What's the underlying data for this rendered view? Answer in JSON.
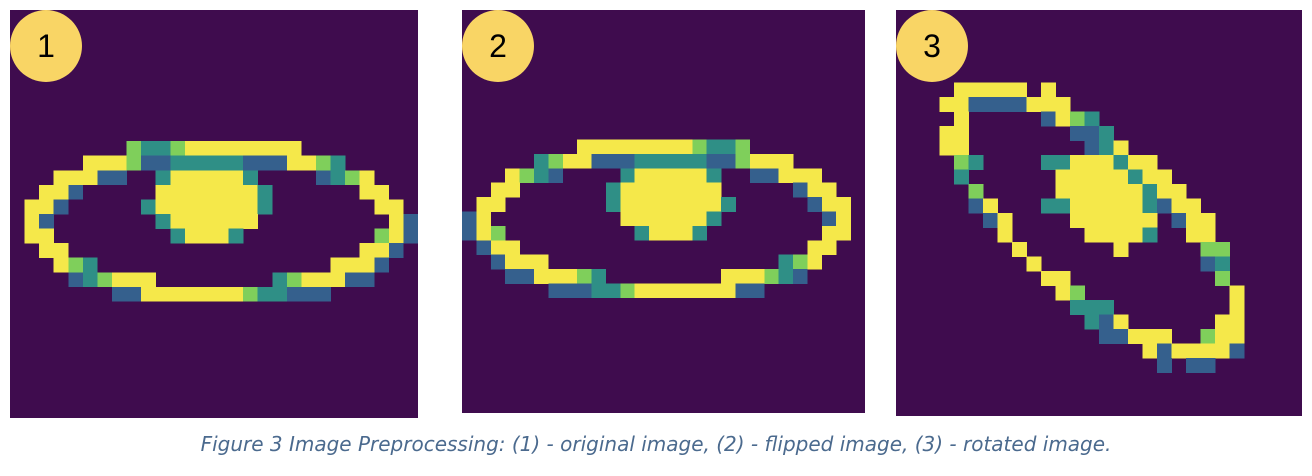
{
  "panels": [
    {
      "badge": "1"
    },
    {
      "badge": "2"
    },
    {
      "badge": "3"
    }
  ],
  "caption": "Figure 3 Image Preprocessing: (1) - original image, (2) - flipped image, (3) - rotated image.",
  "colors": {
    "background": "#3f0c4e",
    "badge": "#f9d565",
    "yellow": "#f5e84a",
    "green": "#7fcf5b",
    "teal": "#2f8f86",
    "blue": "#35608d",
    "caption": "#4b6a8e"
  }
}
